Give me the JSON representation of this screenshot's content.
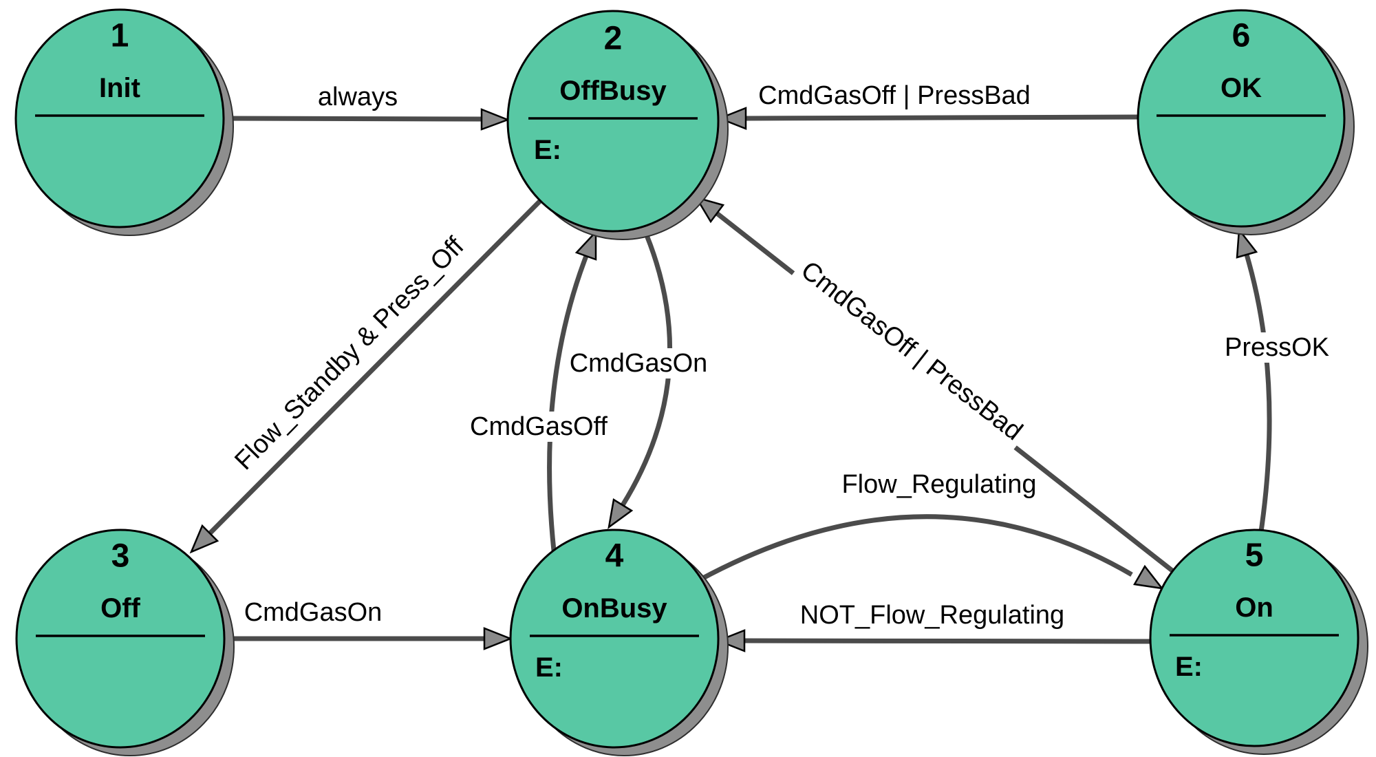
{
  "diagram": {
    "type": "state-machine",
    "colors": {
      "state_fill": "#58C8A4",
      "state_border": "#000000",
      "shadow": "#8E8E8E",
      "edge": "#4B4B4B",
      "arrow_fill": "#8A8A8A",
      "label_text": "#000000"
    },
    "states": [
      {
        "id": "1",
        "name": "Init",
        "entry": ""
      },
      {
        "id": "2",
        "name": "OffBusy",
        "entry": "E:"
      },
      {
        "id": "3",
        "name": "Off",
        "entry": ""
      },
      {
        "id": "4",
        "name": "OnBusy",
        "entry": "E:"
      },
      {
        "id": "5",
        "name": "On",
        "entry": "E:"
      },
      {
        "id": "6",
        "name": "OK",
        "entry": ""
      }
    ],
    "transitions": [
      {
        "from": "Init",
        "to": "OffBusy",
        "label": "always"
      },
      {
        "from": "OK",
        "to": "OffBusy",
        "label": "CmdGasOff | PressBad"
      },
      {
        "from": "OffBusy",
        "to": "Off",
        "label": "Flow_Standby & Press_Off"
      },
      {
        "from": "OnBusy",
        "to": "OffBusy",
        "label": "CmdGasOff"
      },
      {
        "from": "OffBusy",
        "to": "OnBusy",
        "label": "CmdGasOn"
      },
      {
        "from": "Off",
        "to": "OnBusy",
        "label": "CmdGasOn"
      },
      {
        "from": "OnBusy",
        "to": "On",
        "label": "Flow_Regulating"
      },
      {
        "from": "On",
        "to": "OnBusy",
        "label": "NOT_Flow_Regulating"
      },
      {
        "from": "On",
        "to": "OffBusy",
        "label": "CmdGasOff | PressBad"
      },
      {
        "from": "On",
        "to": "OK",
        "label": "PressOK"
      }
    ]
  }
}
